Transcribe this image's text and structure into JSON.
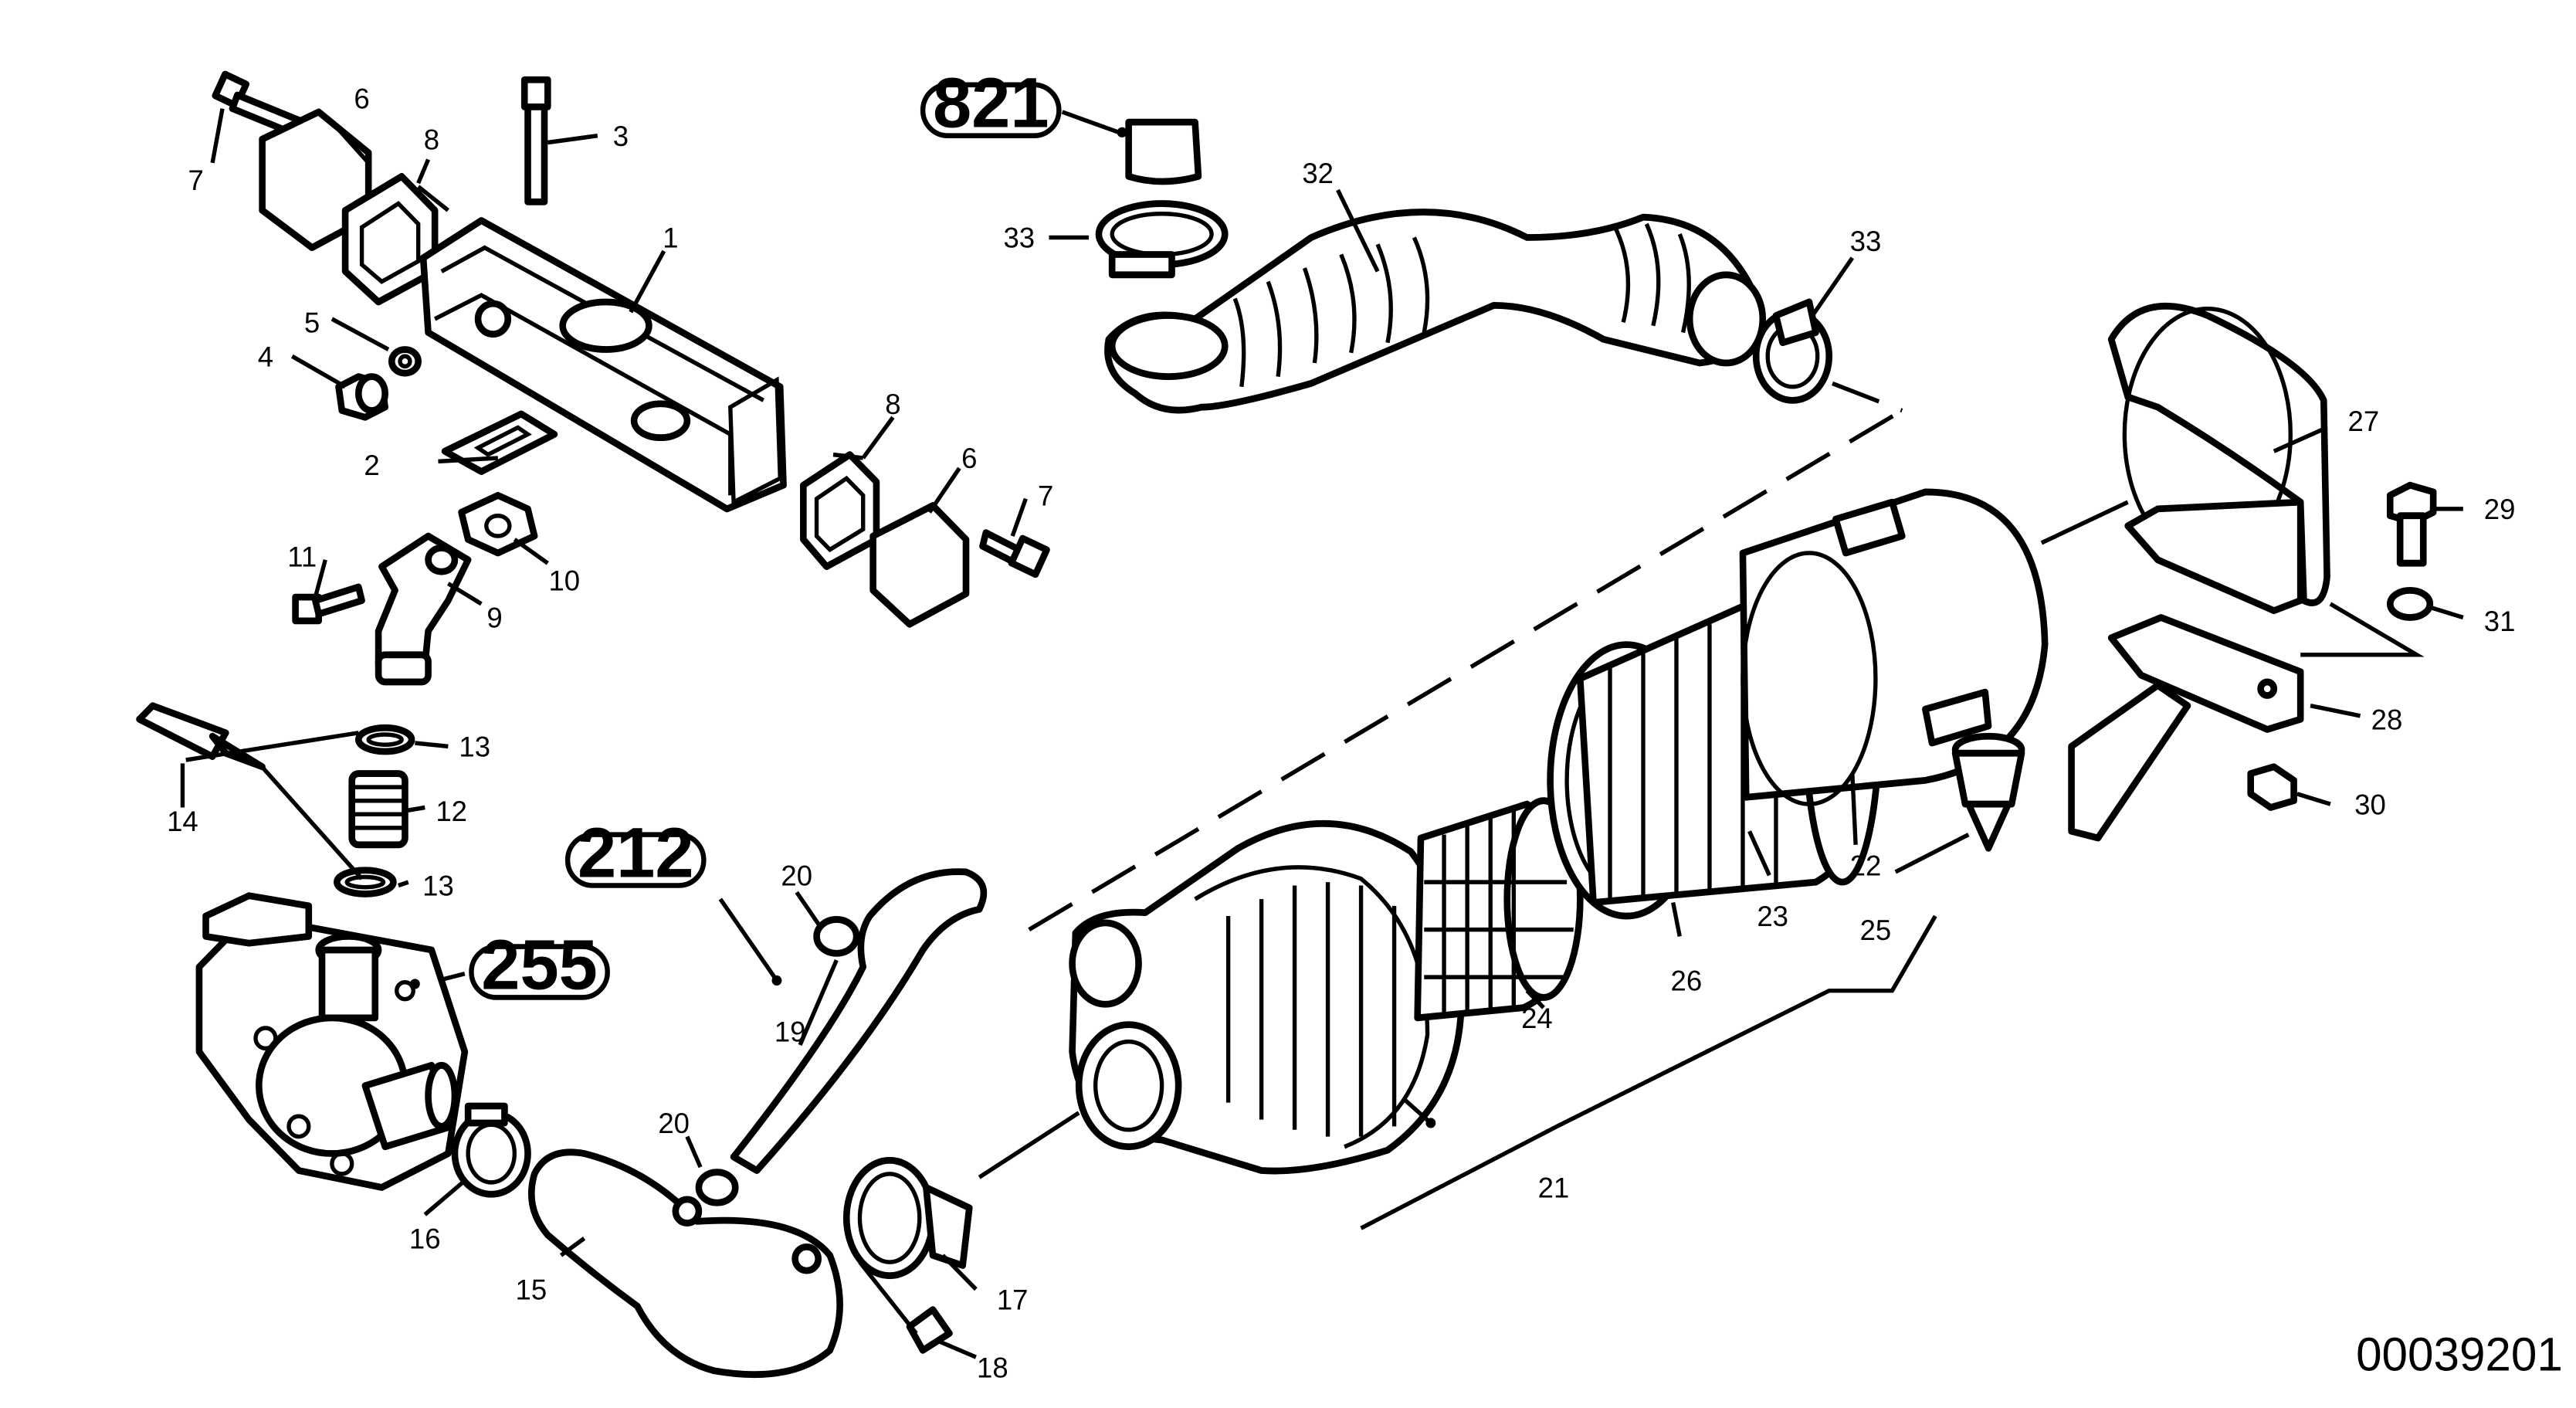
{
  "callouts": [
    "1",
    "2",
    "3",
    "4",
    "5",
    "6",
    "6",
    "7",
    "7",
    "8",
    "8",
    "9",
    "10",
    "11",
    "12",
    "13",
    "13",
    "14",
    "15",
    "16",
    "17",
    "18",
    "19",
    "20",
    "20",
    "21",
    "22",
    "23",
    "24",
    "25",
    "26",
    "27",
    "28",
    "29",
    "30",
    "31",
    "32",
    "33",
    "33"
  ],
  "references": [
    "821",
    "212",
    "255"
  ],
  "drawing_id": "00039201"
}
